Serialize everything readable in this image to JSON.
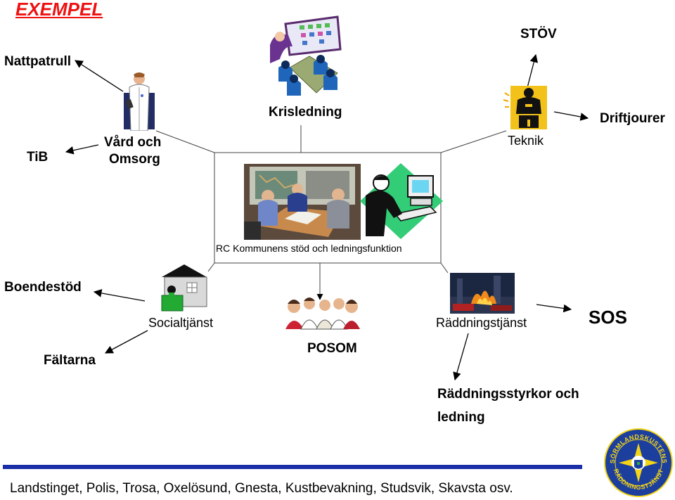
{
  "title": "EXEMPEL",
  "center_box": {
    "label": "RC Kommunens stöd och ledningsfunktion"
  },
  "nodes": {
    "krisledning": "Krisledning",
    "stov": "STÖV",
    "driftjourer": "Driftjourer",
    "teknik": "Teknik",
    "vard_line1": "Vård och",
    "vard_line2": "Omsorg",
    "tib": "TiB",
    "nattpatrull": "Nattpatrull",
    "boendestod": "Boendestöd",
    "socialtjanst": "Socialtjänst",
    "faltarna": "Fältarna",
    "posom": "POSOM",
    "raddningstjanst": "Räddningstjänst",
    "sos": "SOS",
    "styrkor_line1": "Räddningsstyrkor och",
    "styrkor_line2": "ledning"
  },
  "footer": "Landstinget, Polis, Trosa, Oxelösund, Gnesta, Kustbevakning, Studsvik, Skavsta osv.",
  "logo": {
    "text_top": "SÖRMLANDSKUSTENS",
    "text_bottom": "RÄDDNINGSTJÄNST"
  },
  "colors": {
    "title": "#ee1111",
    "bottom_bar": "#1a2fa6",
    "logo_blue": "#1c3f9e",
    "logo_yellow": "#f3d417"
  },
  "icons": [
    "crisis-meeting-icon",
    "doctor-icon",
    "worker-icon",
    "meeting-photo",
    "computer-user-icon",
    "house-icon",
    "group-people-icon",
    "fire-photo",
    "rescue-service-logo"
  ]
}
